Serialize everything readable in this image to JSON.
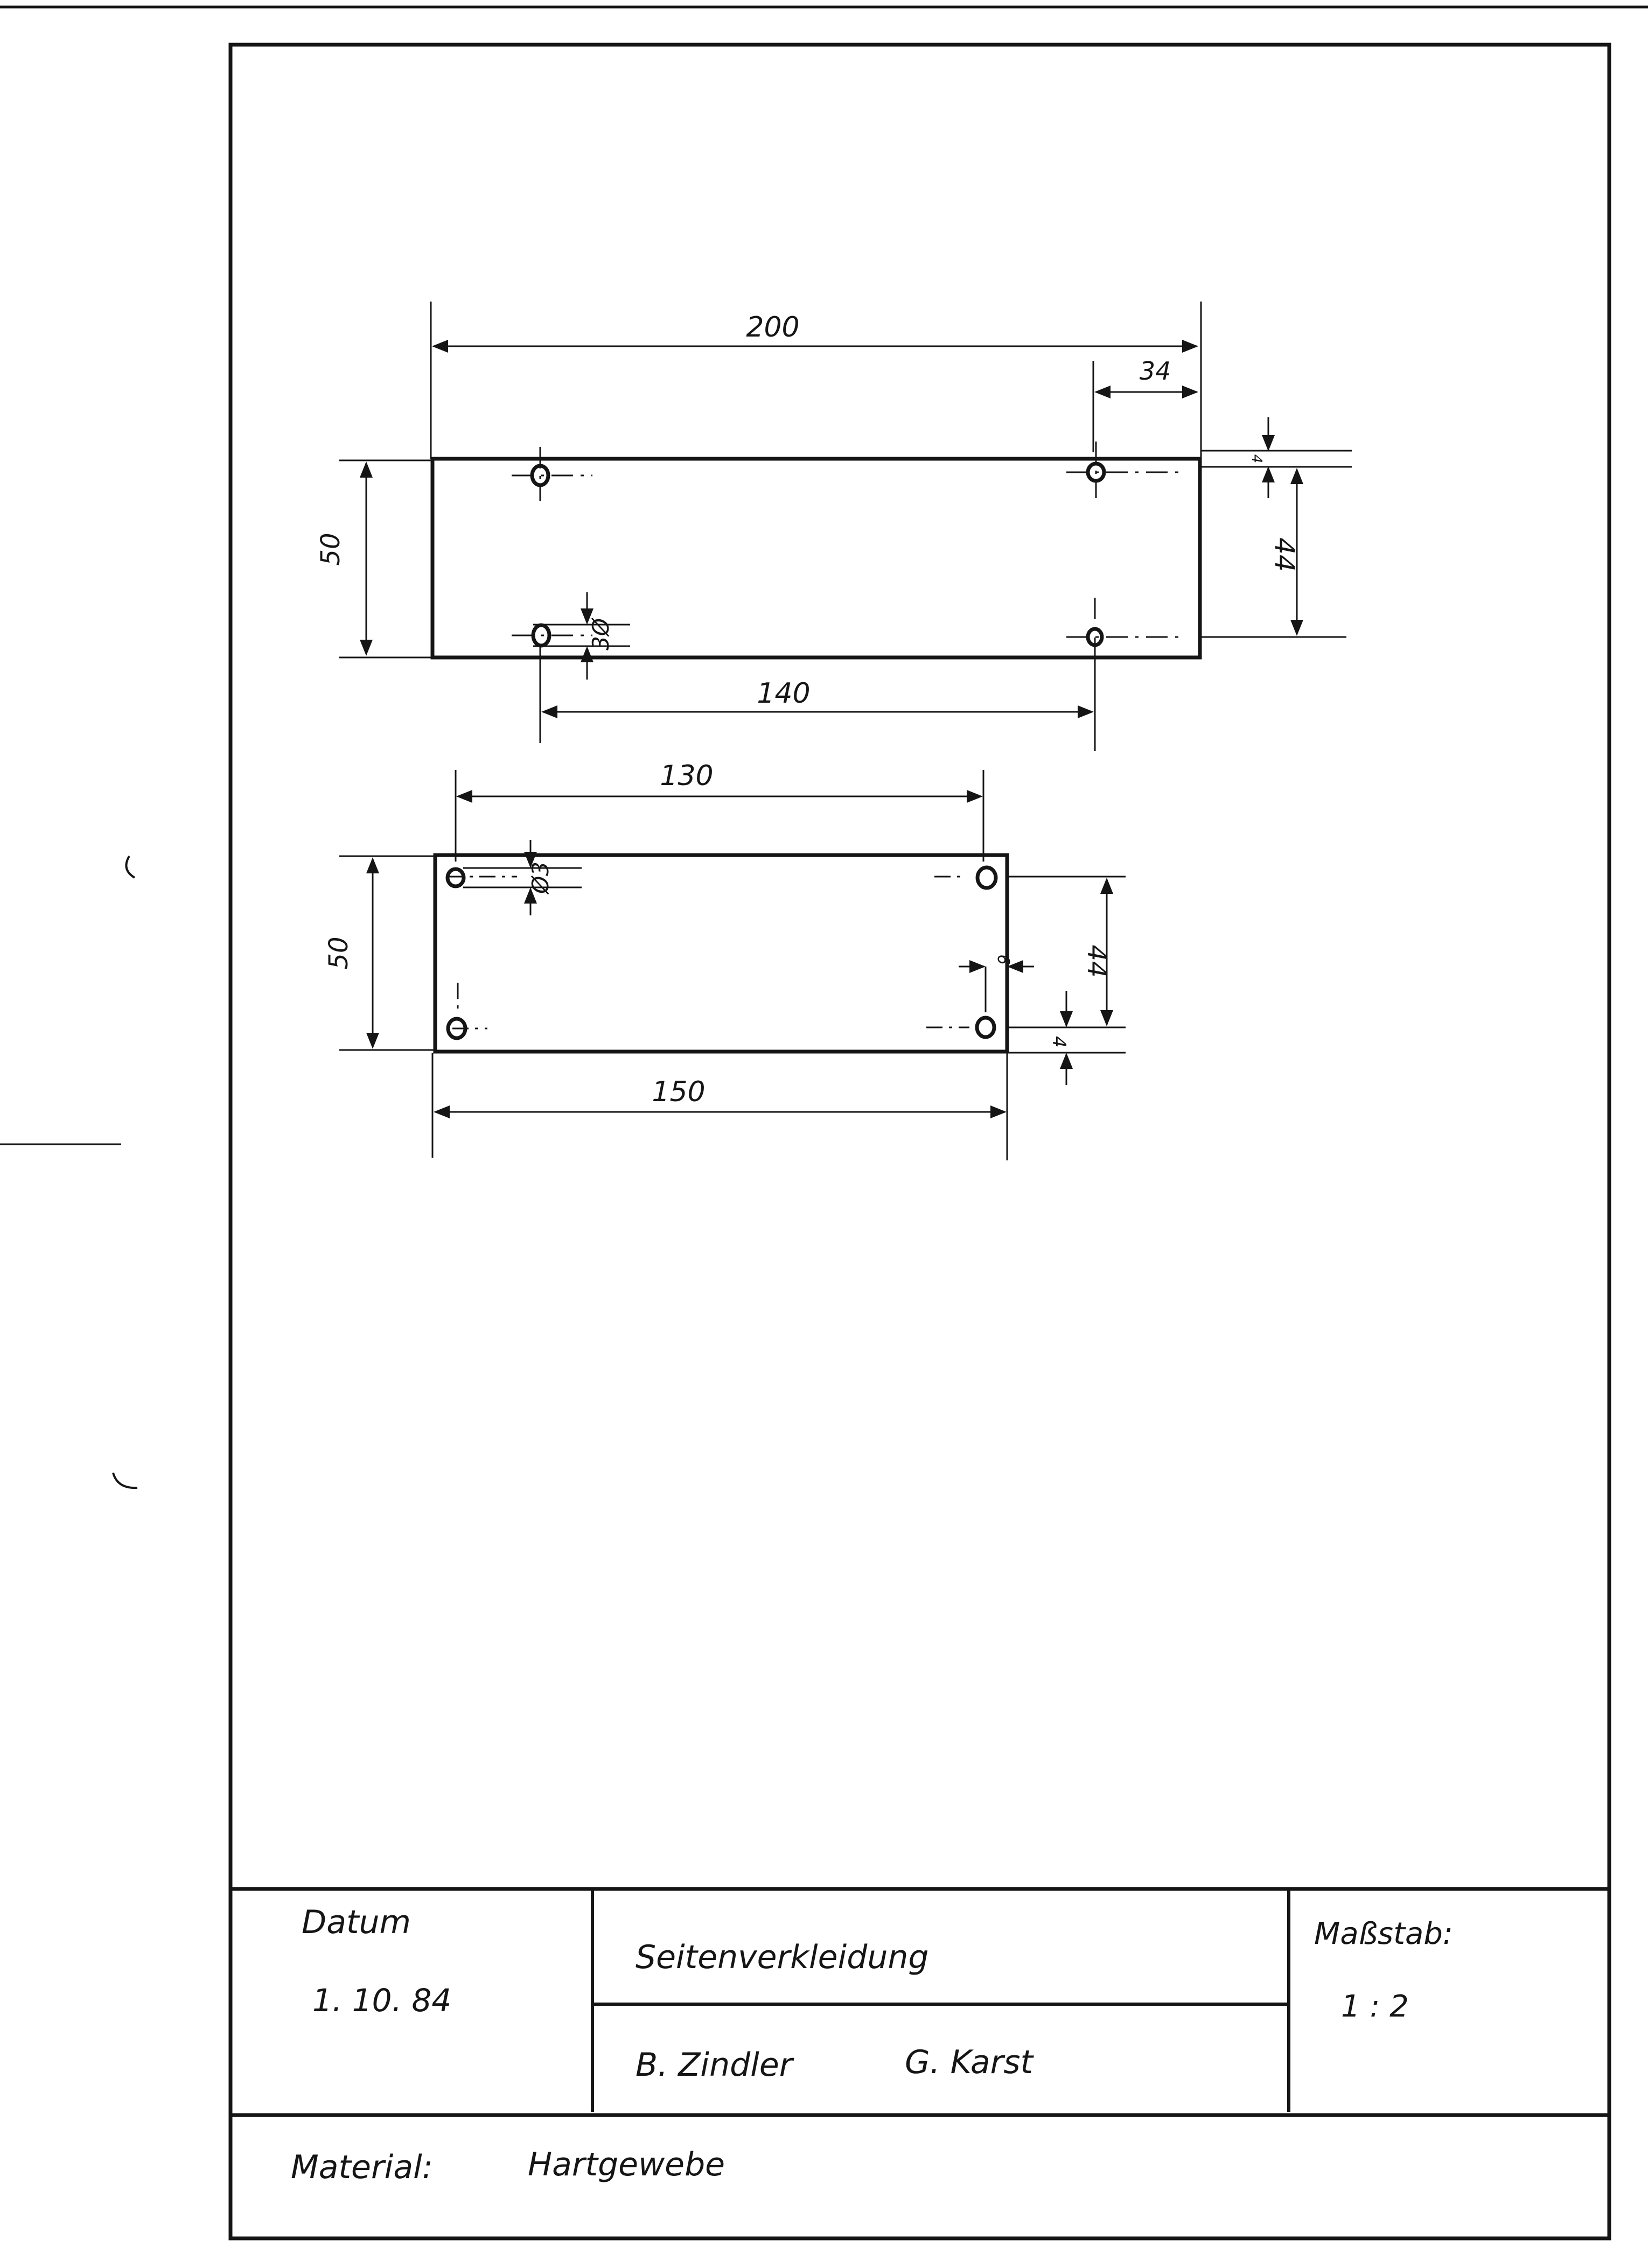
{
  "drawing": {
    "part1": {
      "dims": {
        "length": "200",
        "offset_right": "34",
        "height": "50",
        "hole_pitch_vertical": "44",
        "edge_offset": "4",
        "hole_diameter": "3Ø",
        "hole_pitch_horizontal": "140"
      }
    },
    "part2": {
      "dims": {
        "hole_pitch_horizontal": "130",
        "height": "50",
        "hole_diameter": "Ø3",
        "hole_pitch_vertical": "44",
        "edge_offset_right": "6",
        "edge_offset_bottom": "4",
        "length": "150"
      }
    }
  },
  "title_block": {
    "date_label": "Datum",
    "date_value": "1. 10. 84",
    "title": "Seitenverkleidung",
    "authors": [
      "B. Zindler",
      "G. Karst"
    ],
    "scale_label": "Maßstab:",
    "scale_value": "1 : 2",
    "material_label": "Material:",
    "material_value": "Hartgewebe"
  }
}
